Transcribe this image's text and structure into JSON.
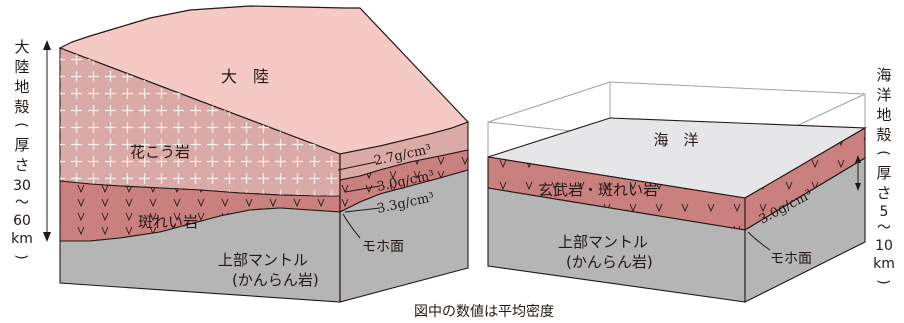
{
  "left_block": {
    "vertical_label": [
      "大",
      "陸",
      "地",
      "殻",
      "(",
      "厚",
      "さ",
      "30",
      "〜",
      "60",
      "km",
      ")"
    ],
    "surface_label": "大　陸",
    "granite_label": "花こう岩",
    "gabbro_label": "斑れい岩",
    "mantle_label_1": "上部マントル",
    "mantle_label_2": "(かんらん岩)",
    "moho_label": "モホ面",
    "density_granite": "2.7g/cm³",
    "density_gabbro": "3.0g/cm³",
    "density_mantle": "3.3g/cm³"
  },
  "right_block": {
    "vertical_label": [
      "海",
      "洋",
      "地",
      "殻",
      "(",
      "厚",
      "さ",
      "5",
      "〜",
      "10",
      "km",
      ")"
    ],
    "ocean_label": "海　洋",
    "crust_label": "玄武岩・斑れい岩",
    "mantle_label_1": "上部マントル",
    "mantle_label_2": "(かんらん岩)",
    "moho_label": "モホ面",
    "density_crust": "3.0g/cm³"
  },
  "caption": "図中の数値は平均密度",
  "colors": {
    "continent_top": "#f5c9c4",
    "granite": "#d9aaa6",
    "gabbro": "#c9807f",
    "mantle": "#b5b5b6",
    "mantle_side": "#9fa0a0",
    "ocean_top": "#e6e6e8",
    "line": "#231815",
    "cross": "#e8d0cf"
  }
}
